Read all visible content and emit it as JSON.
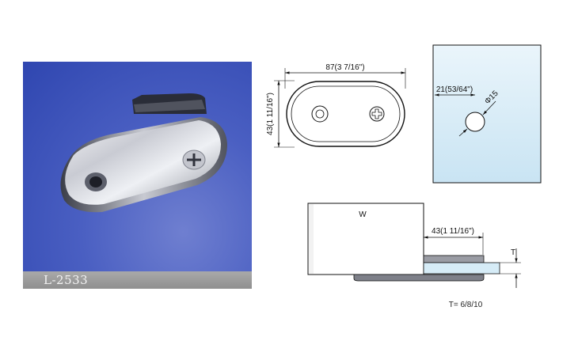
{
  "product": {
    "model_label": "L-2533"
  },
  "front_view": {
    "width_dim": "87(3 7/16\")",
    "height_dim": "43(1 11/16\")"
  },
  "glass_view": {
    "hole_offset_dim": "21(53/64\")",
    "hole_diameter_dim": "Φ15"
  },
  "side_view": {
    "wall_label": "W",
    "depth_dim": "43(1 11/16\")",
    "thickness_symbol": "T",
    "thickness_note": "T= 6/8/10"
  },
  "colors": {
    "photo_background": "#3b51b8",
    "glass_blue": "#d6ecf7",
    "line": "#111111"
  }
}
